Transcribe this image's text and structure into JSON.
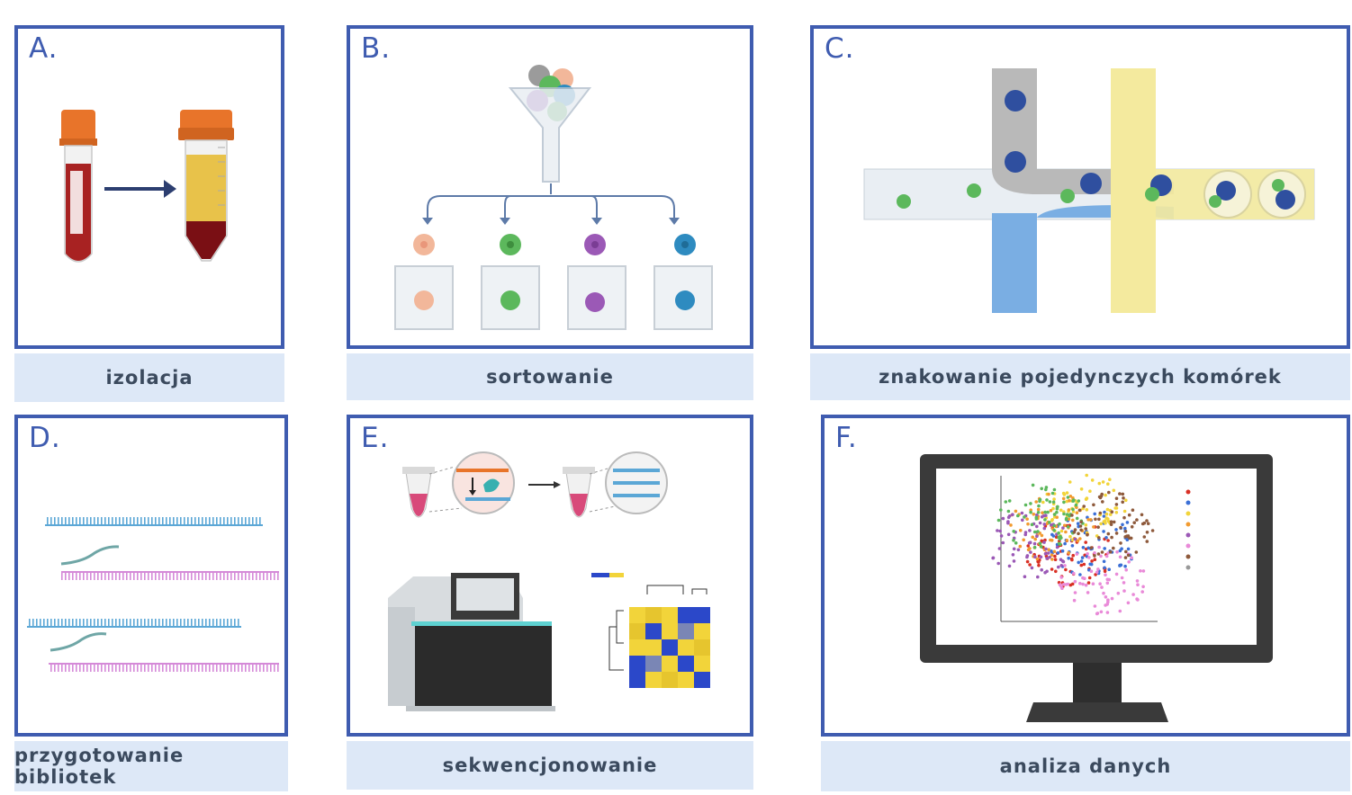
{
  "panels": [
    {
      "letter": "A.",
      "caption": "izolacja"
    },
    {
      "letter": "B.",
      "caption": "sortowanie"
    },
    {
      "letter": "C.",
      "caption": "znakowanie pojedynczych komórek"
    },
    {
      "letter": "D.",
      "caption": "przygotowanie bibliotek"
    },
    {
      "letter": "E.",
      "caption": "sekwencjonowanie"
    },
    {
      "letter": "F.",
      "caption": "analiza danych"
    }
  ],
  "colors": {
    "frame": "#3f5cb0",
    "caption_bg": "#dde8f7",
    "caption_text": "#3b4a5e",
    "cell_peach": "#f2b79a",
    "cell_green": "#5cb85c",
    "cell_purple": "#9b59b6",
    "cell_blue": "#2e8bc0",
    "channel_blue": "#7aaee3",
    "channel_yellow": "#f4ea9e",
    "channel_gray": "#b9b9b9",
    "strand_blue": "#5ba7d6",
    "strand_pink": "#d58ad8"
  }
}
